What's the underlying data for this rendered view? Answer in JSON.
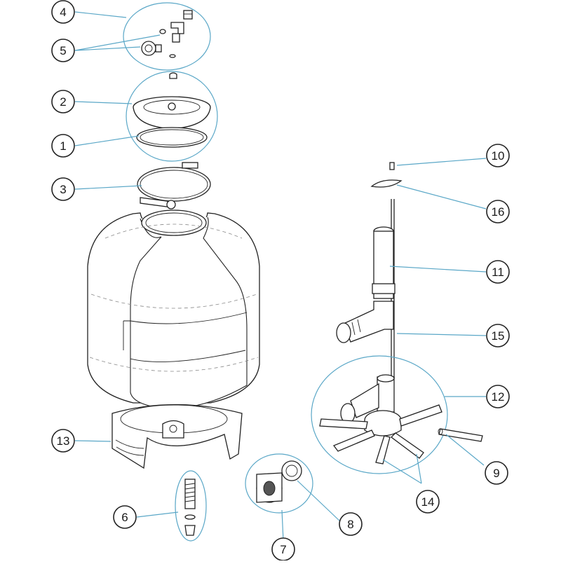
{
  "callouts": [
    {
      "number": "1"
    },
    {
      "number": "2"
    },
    {
      "number": "3"
    },
    {
      "number": "4"
    },
    {
      "number": "5"
    },
    {
      "number": "6"
    },
    {
      "number": "7"
    },
    {
      "number": "8"
    },
    {
      "number": "9"
    },
    {
      "number": "10"
    },
    {
      "number": "11"
    },
    {
      "number": "12"
    },
    {
      "number": "13"
    },
    {
      "number": "14"
    },
    {
      "number": "15"
    },
    {
      "number": "16"
    }
  ],
  "colors": {
    "leader": "#5aa7c7",
    "line": "#222222",
    "shade": "#d9d9d9"
  }
}
